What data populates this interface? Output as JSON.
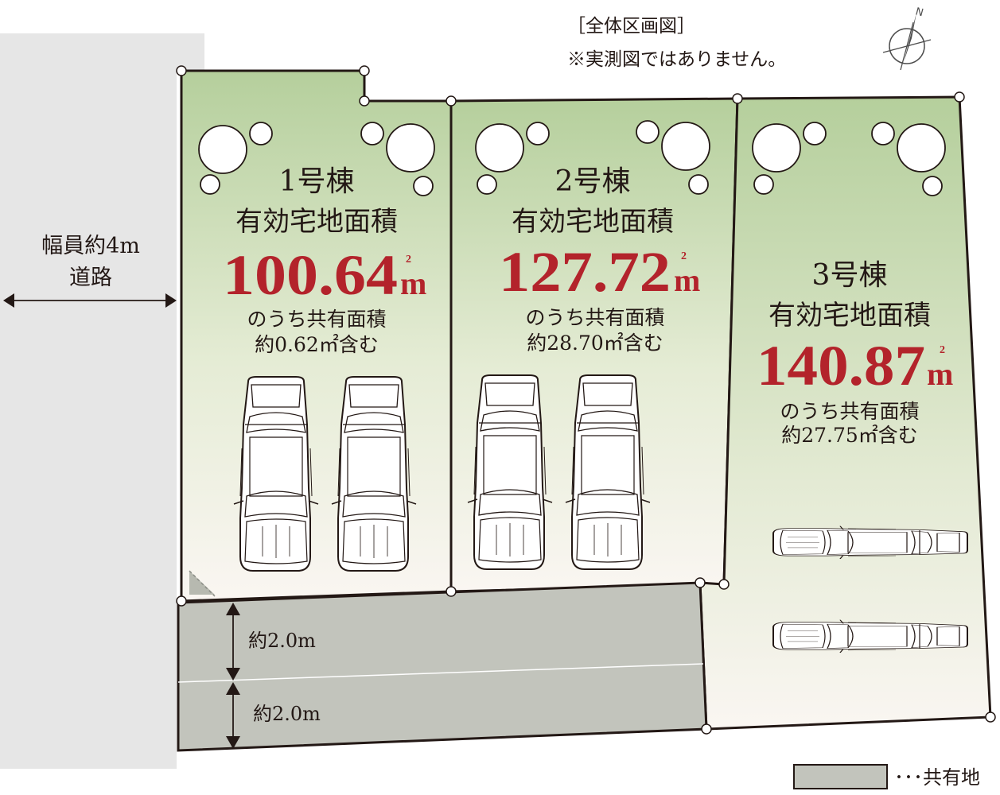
{
  "header": {
    "title": "［全体区画図］",
    "note": "※実測図ではありません。"
  },
  "compass": {
    "north_label": "N"
  },
  "road": {
    "width_label": "幅員約4m",
    "name": "道路"
  },
  "lots": [
    {
      "name": "1号棟",
      "area_label": "有効宅地面積",
      "area_value": "100.64",
      "unit": "m",
      "unit_sup": "2",
      "shared_line1": "のうち共有面積",
      "shared_line2": "約0.62㎡含む"
    },
    {
      "name": "2号棟",
      "area_label": "有効宅地面積",
      "area_value": "127.72",
      "unit": "m",
      "unit_sup": "2",
      "shared_line1": "のうち共有面積",
      "shared_line2": "約28.70㎡含む"
    },
    {
      "name": "3号棟",
      "area_label": "有効宅地面積",
      "area_value": "140.87",
      "unit": "m",
      "unit_sup": "2",
      "shared_line1": "のうち共有面積",
      "shared_line2": "約27.75㎡含む"
    }
  ],
  "driveway": {
    "upper_width": "約2.0m",
    "lower_width": "約2.0m"
  },
  "legend": {
    "label": "･･･共有地"
  },
  "colors": {
    "lot_top": "#b5cf9c",
    "lot_bottom": "#faf6f2",
    "shared_land": "#c2c4bc",
    "road": "#e6e6e6",
    "area_text": "#b3232b"
  }
}
